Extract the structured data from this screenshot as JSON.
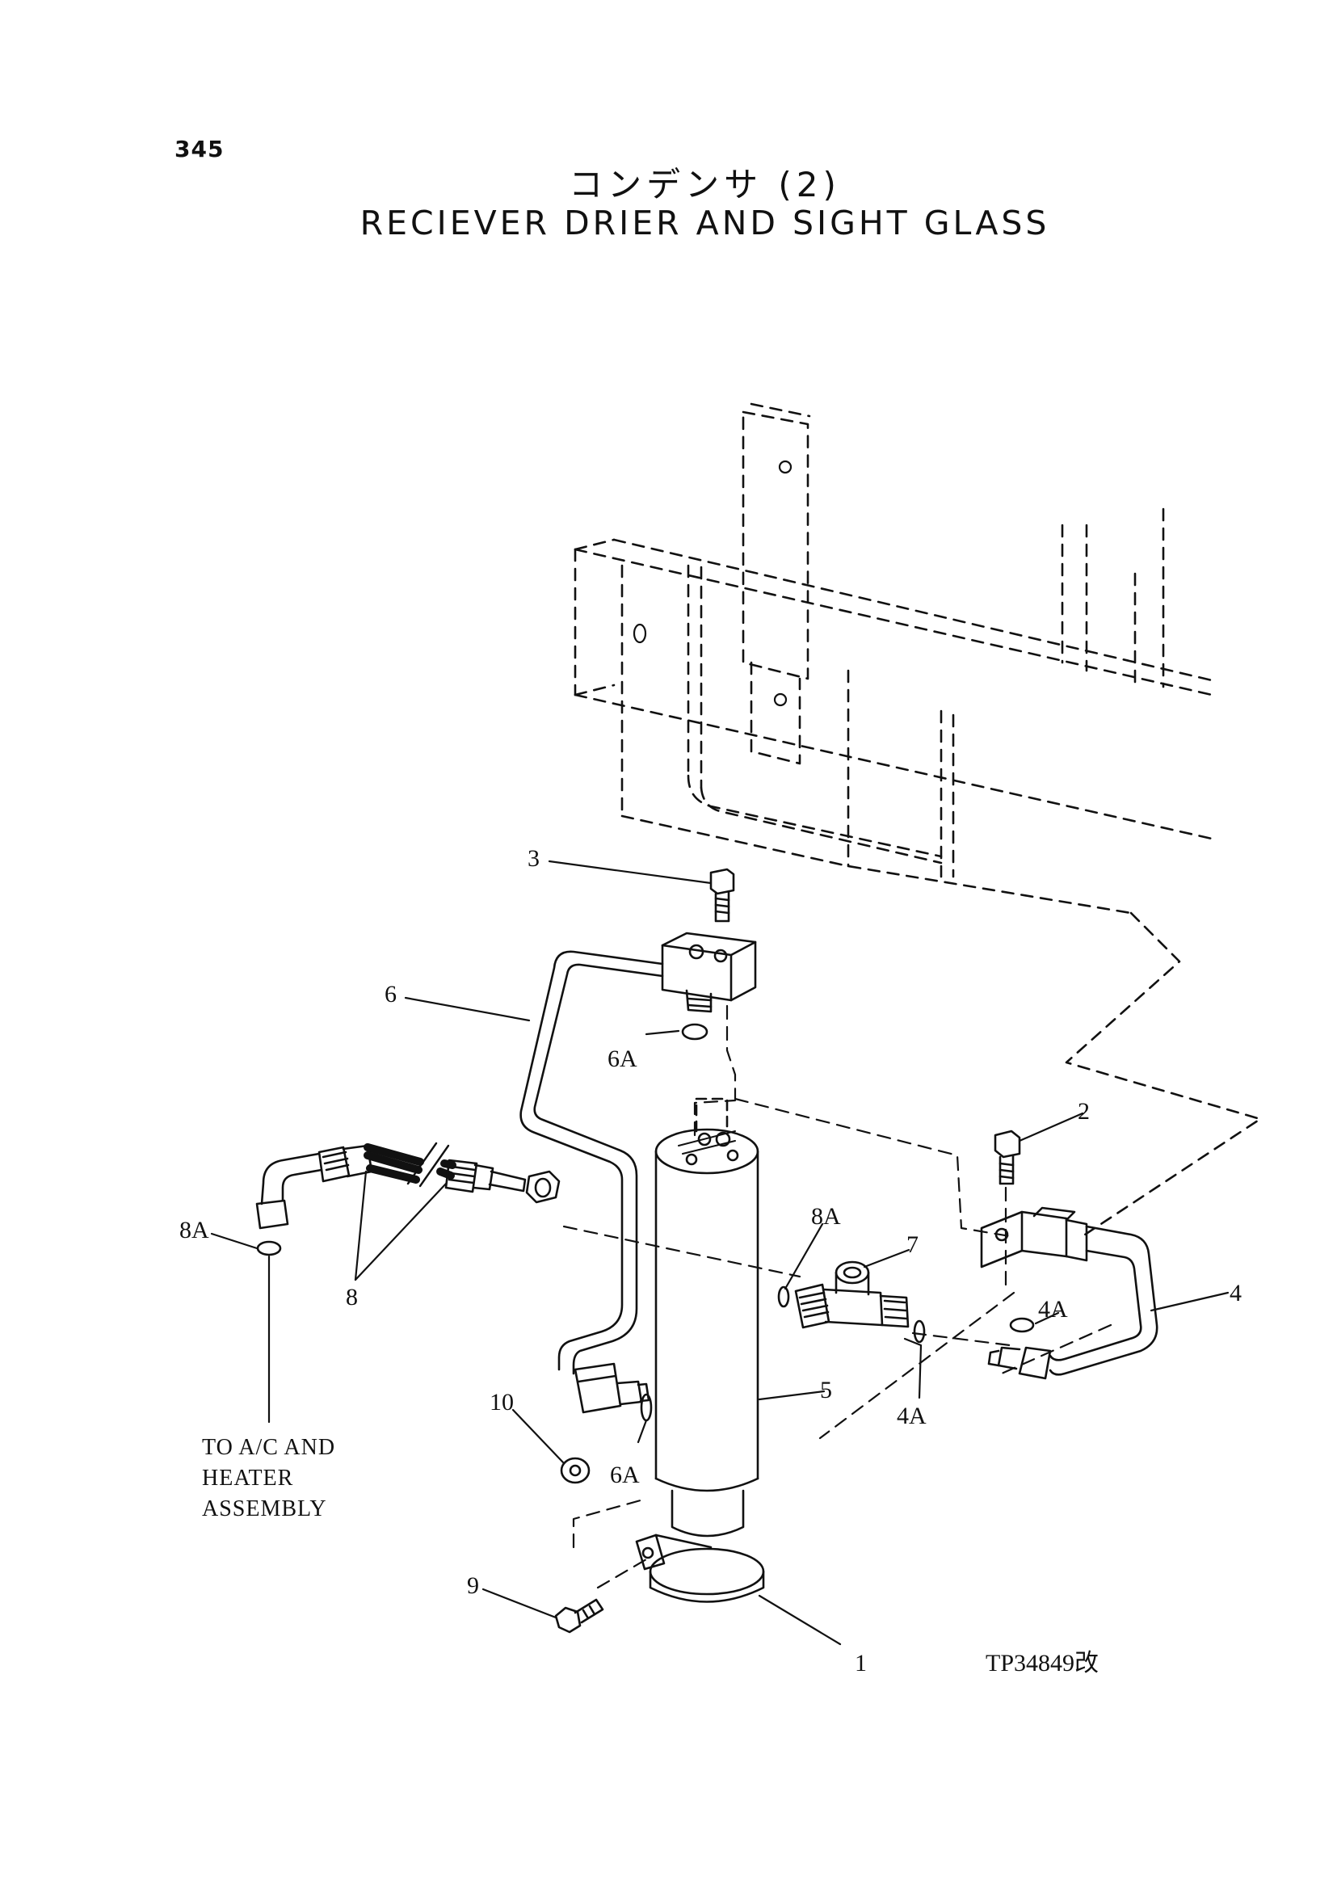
{
  "header": {
    "page_number": "345",
    "title_jp": "コンデンサ (2)",
    "title_en": "RECIEVER DRIER AND SIGHT GLASS"
  },
  "callouts": {
    "c1": "1",
    "c2": "2",
    "c3": "3",
    "c4": "4",
    "c4a_top": "4A",
    "c4a_bottom": "4A",
    "c5": "5",
    "c6": "6",
    "c6a_top": "6A",
    "c6a_bottom": "6A",
    "c7": "7",
    "c8": "8",
    "c8a_left": "8A",
    "c8a_mid": "8A",
    "c9": "9",
    "c10": "10"
  },
  "note": {
    "line1": "TO A/C AND",
    "line2": "HEATER",
    "line3": "ASSEMBLY"
  },
  "drawing_id": "TP34849改"
}
